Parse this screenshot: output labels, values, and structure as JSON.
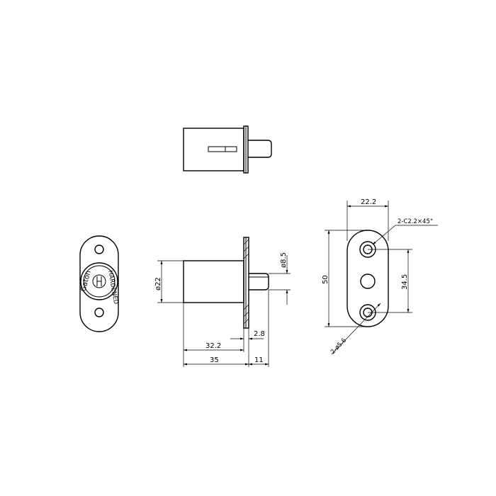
{
  "dimensions": {
    "width_plate": "22.2",
    "chamfer": "2-C2.2×45°",
    "height_plate": "50",
    "hole_spacing": "34.5",
    "holes": "2-ø5.6",
    "body_dia": "ø22",
    "pin_dia": "ø8.5",
    "plate_thk": "2.8",
    "body_len": "32.2",
    "total_len": "35",
    "pin_len": "11"
  },
  "lock_face": {
    "brand": "Gaton",
    "text": "HARDENED"
  }
}
